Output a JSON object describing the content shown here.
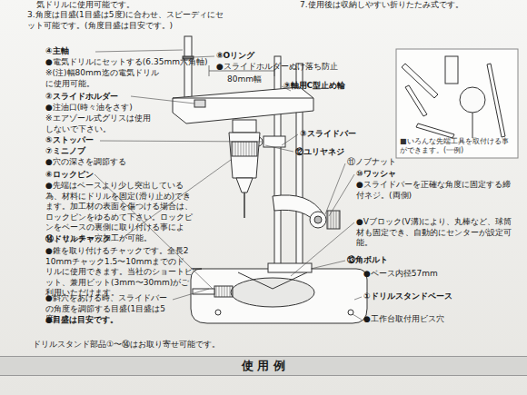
{
  "diagram": {
    "nodes": [
      {
        "text": [
          "■いろんな先端工具を取付ける事ができます。(一例)"
        ]
      },
      {
        "text": [
          "使 用 例"
        ]
      }
    ],
    "labels": [
      "気ドリルに使用可能です。",
      "3.角度は目盛(1目盛は5度)に合わせ、スピーディにセット可能です。(角度目盛は目安です。)",
      "7.使用後は収納しやすい折りたたみ式です。",
      "④主軸",
      "●電気ドリルにセットする(6.35mm六角軸)",
      "※(注)幅80mm迄の電気ドリルに使用可能。",
      "②スライドホルダー",
      "●注油口(時々油をさす)",
      "※エアゾール式グリスは使用しないで下さい。",
      "⑤ストッパー",
      "⑦ミニノブ",
      "●穴の深さを調節する",
      "⑥ロックピン",
      "●先端はベースより少し突出している為、材料にドリルを固定(滑り止め)できます。加工材の表面を傷つける場合は、ロックピンをゆるめて下さい。ロックピンをベースの裏側に取り付ける事により、センター穴加工が可能。",
      "⑭ドリルチャック",
      "●錐を取り付けるチャックです。全長210mmチャック1.5〜10mmまでのドリルに使用できます。当社のショートビット、兼用ビット(3mm〜30mm)がご利用いただけます。",
      "●斜穴をあける時、スライドバーの角度を調節する目盛(1目盛は5度)",
      "●目盛は目安です。",
      "⑧Oリング",
      "●スライドホルダーぬけ落ち防止",
      "80mm幅",
      "⑨軸用C型止め輪",
      "③スライドバー",
      "⑫ユリヤネジ",
      "⑪ノブナット",
      "⑩ワッシャ",
      "●スライドバーを正確な角度に固定する締付ネジ。(両側)",
      "●Vブロック(V溝)により、丸棒など、球筒材も固定でき、自動的にセンターが設定可能。",
      "⑬角ボルト",
      "●ベース内径57mm",
      "①ドリルスタンドベース",
      "●工作台取付用ビス穴",
      "ドリルスタンド部品①〜⑭はお取り寄せ可能です。"
    ]
  }
}
